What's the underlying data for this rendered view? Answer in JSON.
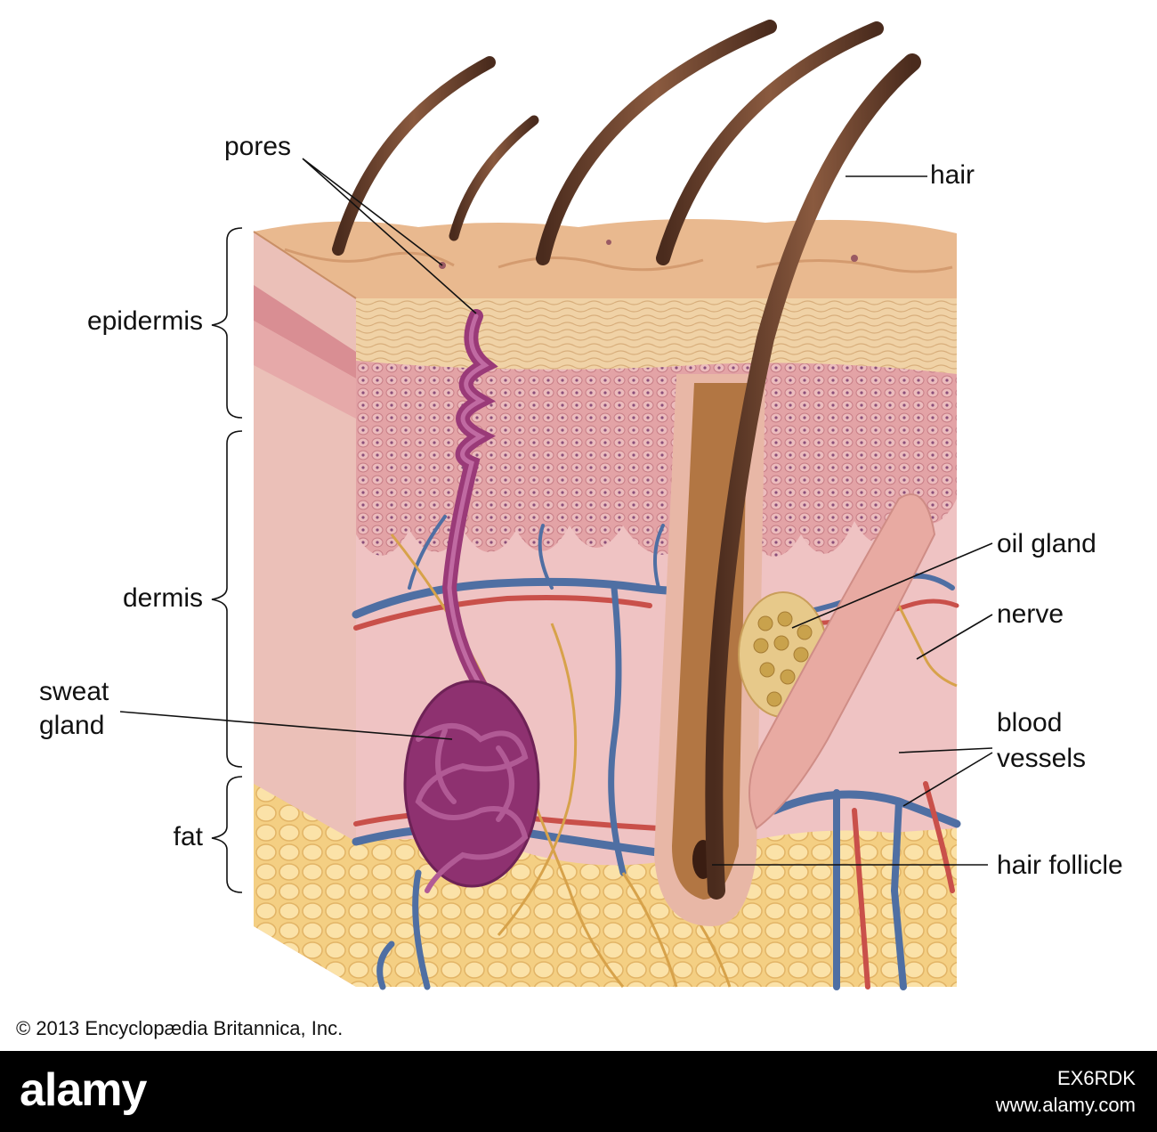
{
  "labels": {
    "pores": "pores",
    "hair": "hair",
    "epidermis": "epidermis",
    "dermis": "dermis",
    "sweat_gland_line1": "sweat",
    "sweat_gland_line2": "gland",
    "fat": "fat",
    "oil_gland": "oil gland",
    "nerve": "nerve",
    "blood_vessels_line1": "blood",
    "blood_vessels_line2": "vessels",
    "hair_follicle": "hair follicle"
  },
  "copyright": "© 2013 Encyclopædia Britannica, Inc.",
  "footer": {
    "logo": "alamy",
    "image_id": "EX6RDK",
    "url": "www.alamy.com"
  },
  "colors": {
    "surface": "#e9b98f",
    "epidermis": "#d98e93",
    "dermis": "#efc3c3",
    "fat": "#f6d489",
    "sweat_gland": "#9a3a78",
    "hair": "#6b4230",
    "vein": "#4f6fa3",
    "artery": "#c9504a",
    "nerve": "#d7a24a"
  }
}
